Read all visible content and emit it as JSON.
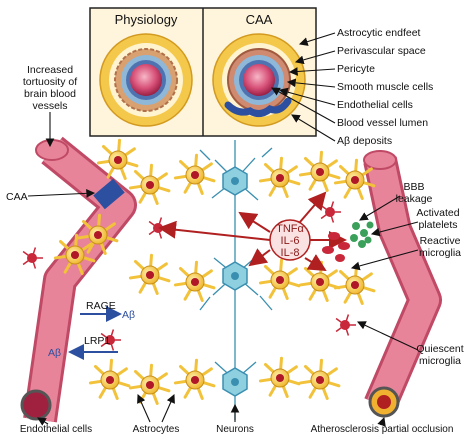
{
  "inset": {
    "physiology_title": "Physiology",
    "caa_title": "CAA"
  },
  "labels": {
    "tortuosity": [
      "Increased",
      "tortuosity of",
      "brain blood",
      "vessels"
    ],
    "caa_left": "CAA",
    "astrocytic_endfeet": "Astrocytic endfeet",
    "perivascular_space": "Perivascular space",
    "pericyte": "Pericyte",
    "smooth_muscle": "Smooth muscle cells",
    "endothelial_cells_inset": "Endothelial cells",
    "vessel_lumen": "Blood vessel lumen",
    "abeta_deposits": "Aβ deposits",
    "bbb_leakage": [
      "BBB",
      "leakage"
    ],
    "activated_platelets": [
      "Activated",
      "platelets"
    ],
    "reactive_microglia": [
      "Reactive",
      "microglia"
    ],
    "quiescent_microglia": [
      "Quiescent",
      "microglia"
    ],
    "rage": "RAGE",
    "lrp1": "LRP1",
    "abeta_out": "Aβ",
    "abeta_in": "Aβ",
    "cytokines": [
      "TNFα",
      "IL-6",
      "IL-8"
    ],
    "endothelial_cells_bottom": "Endothelial cells",
    "astrocytes": "Astrocytes",
    "neurons": "Neurons",
    "atherosclerosis": "Atherosclerosis partial occlusion"
  },
  "colors": {
    "vessel": "#e07088",
    "vessel_dark": "#c04a66",
    "astrocyte": "#f2c23a",
    "astrocyte_edge": "#c8901a",
    "astro_nucleus": "#b01828",
    "neuron": "#8ecfe0",
    "neuron_edge": "#3a8fb0",
    "microglia": "#c8283a",
    "abeta": "#2d4fa0",
    "arrow_red": "#b02020",
    "platelet": "#3aa05a"
  }
}
